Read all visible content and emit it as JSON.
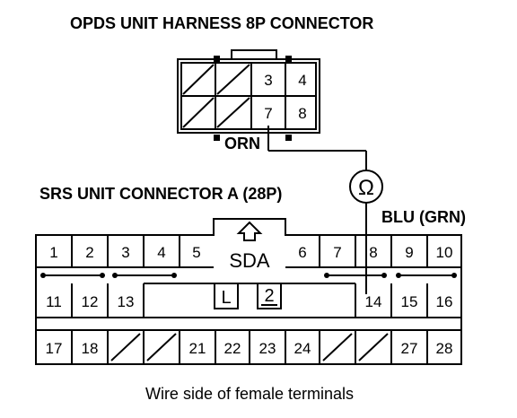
{
  "opds_title": "OPDS UNIT HARNESS 8P CONNECTOR",
  "srs_title": "SRS UNIT CONNECTOR A (28P)",
  "wire_orn": "ORN",
  "wire_blu": "BLU (GRN)",
  "ohm_symbol": "Ω",
  "caption": "Wire side of female terminals",
  "opds_pins": [
    "3",
    "4",
    "7",
    "8"
  ],
  "srs": {
    "row1": [
      "1",
      "2",
      "3",
      "4",
      "5",
      "6",
      "7",
      "8",
      "9",
      "10"
    ],
    "row2": [
      "11",
      "12",
      "13",
      "14",
      "15",
      "16"
    ],
    "row3": [
      "17",
      "18",
      "21",
      "22",
      "23",
      "24",
      "27",
      "28"
    ],
    "center_label": "SDA",
    "key_l": "L",
    "key_2": "2"
  }
}
